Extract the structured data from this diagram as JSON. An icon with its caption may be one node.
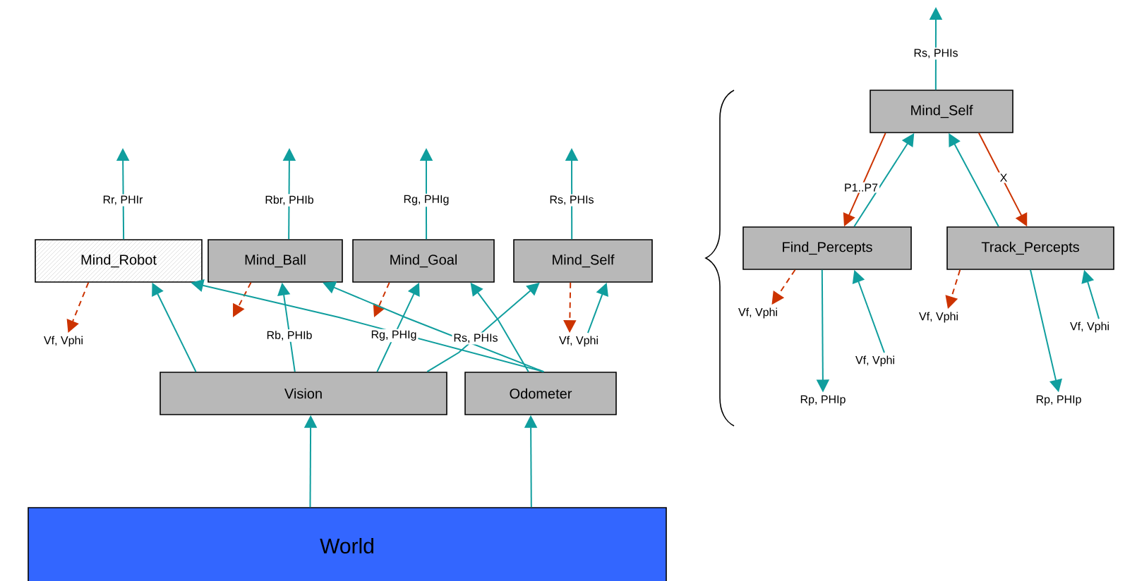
{
  "diagram": {
    "nodes": [
      {
        "text": [
          "Mind_Robot"
        ]
      },
      {
        "text": [
          "Mind_Ball"
        ]
      },
      {
        "text": [
          "Mind_Goal"
        ]
      },
      {
        "text": [
          "Mind_Self"
        ]
      },
      {
        "text": [
          "Vision"
        ]
      },
      {
        "text": [
          "Odometer"
        ]
      },
      {
        "text": [
          "World"
        ]
      },
      {
        "text": [
          "Mind_Self"
        ]
      },
      {
        "text": [
          "Find_Percepts"
        ]
      },
      {
        "text": [
          "Track_Percepts"
        ]
      },
      {
        "text": [
          "Vf, Vphi"
        ]
      },
      {
        "text": [
          "Vf, Vphi"
        ]
      },
      {
        "text": [
          "Vf, Vphi"
        ]
      },
      {
        "text": [
          "Rp, PHIp"
        ]
      },
      {
        "text": [
          "Vf, Vphi"
        ]
      },
      {
        "text": [
          "Vf, Vphi"
        ]
      },
      {
        "text": [
          "Rp, PHIp"
        ]
      },
      {
        "text": [
          "Vf, Vphi"
        ]
      }
    ],
    "edges": [
      {
        "from": 0,
        "to": null,
        "arrow": "to",
        "label": "Rr, PHIr"
      },
      {
        "from": 1,
        "to": null,
        "arrow": "to",
        "label": "Rbr, PHIb"
      },
      {
        "from": 2,
        "to": null,
        "arrow": "to",
        "label": "Rg, PHIg"
      },
      {
        "from": 3,
        "to": null,
        "arrow": "to",
        "label": "Rs, PHIs"
      },
      {
        "from": 0,
        "to": 10,
        "arrow": "to",
        "style": "dashed",
        "color": "#cc3300"
      },
      {
        "from": 1,
        "to": null,
        "arrow": "to",
        "style": "dashed",
        "color": "#cc3300"
      },
      {
        "from": 2,
        "to": null,
        "arrow": "to",
        "style": "dashed",
        "color": "#cc3300"
      },
      {
        "from": 3,
        "to": 11,
        "arrow": "to",
        "style": "dashed",
        "color": "#cc3300"
      },
      {
        "from": 4,
        "to": 0,
        "arrow": "to"
      },
      {
        "from": 4,
        "to": 1,
        "arrow": "to",
        "label": "Rb, PHIb"
      },
      {
        "from": 4,
        "to": 2,
        "arrow": "to",
        "label": "Rg, PHIg"
      },
      {
        "from": 4,
        "to": 3,
        "arrow": "to",
        "label": "Rs, PHIs"
      },
      {
        "from": 5,
        "to": 0,
        "arrow": "to"
      },
      {
        "from": 5,
        "to": 1,
        "arrow": "to"
      },
      {
        "from": 5,
        "to": 2,
        "arrow": "to"
      },
      {
        "from": 11,
        "to": 3,
        "arrow": "to"
      },
      {
        "from": 6,
        "to": 4,
        "arrow": "to"
      },
      {
        "from": 6,
        "to": 5,
        "arrow": "to"
      },
      {
        "from": 7,
        "to": null,
        "arrow": "to",
        "label": "Rs, PHIs"
      },
      {
        "from": 7,
        "to": 8,
        "arrow": "to",
        "label": "P1..P7",
        "color": "#cc3300"
      },
      {
        "from": 8,
        "to": 7,
        "arrow": "to"
      },
      {
        "from": 7,
        "to": 9,
        "arrow": "to",
        "label": "X",
        "color": "#cc3300"
      },
      {
        "from": 9,
        "to": 7,
        "arrow": "to"
      },
      {
        "from": 8,
        "to": 12,
        "arrow": "to",
        "style": "dashed",
        "color": "#cc3300"
      },
      {
        "from": 8,
        "to": 13,
        "arrow": "to"
      },
      {
        "from": 14,
        "to": 8,
        "arrow": "to"
      },
      {
        "from": 9,
        "to": 15,
        "arrow": "to",
        "style": "dashed",
        "color": "#cc3300"
      },
      {
        "from": 9,
        "to": 16,
        "arrow": "to"
      },
      {
        "from": 17,
        "to": 9,
        "arrow": "to"
      }
    ]
  }
}
